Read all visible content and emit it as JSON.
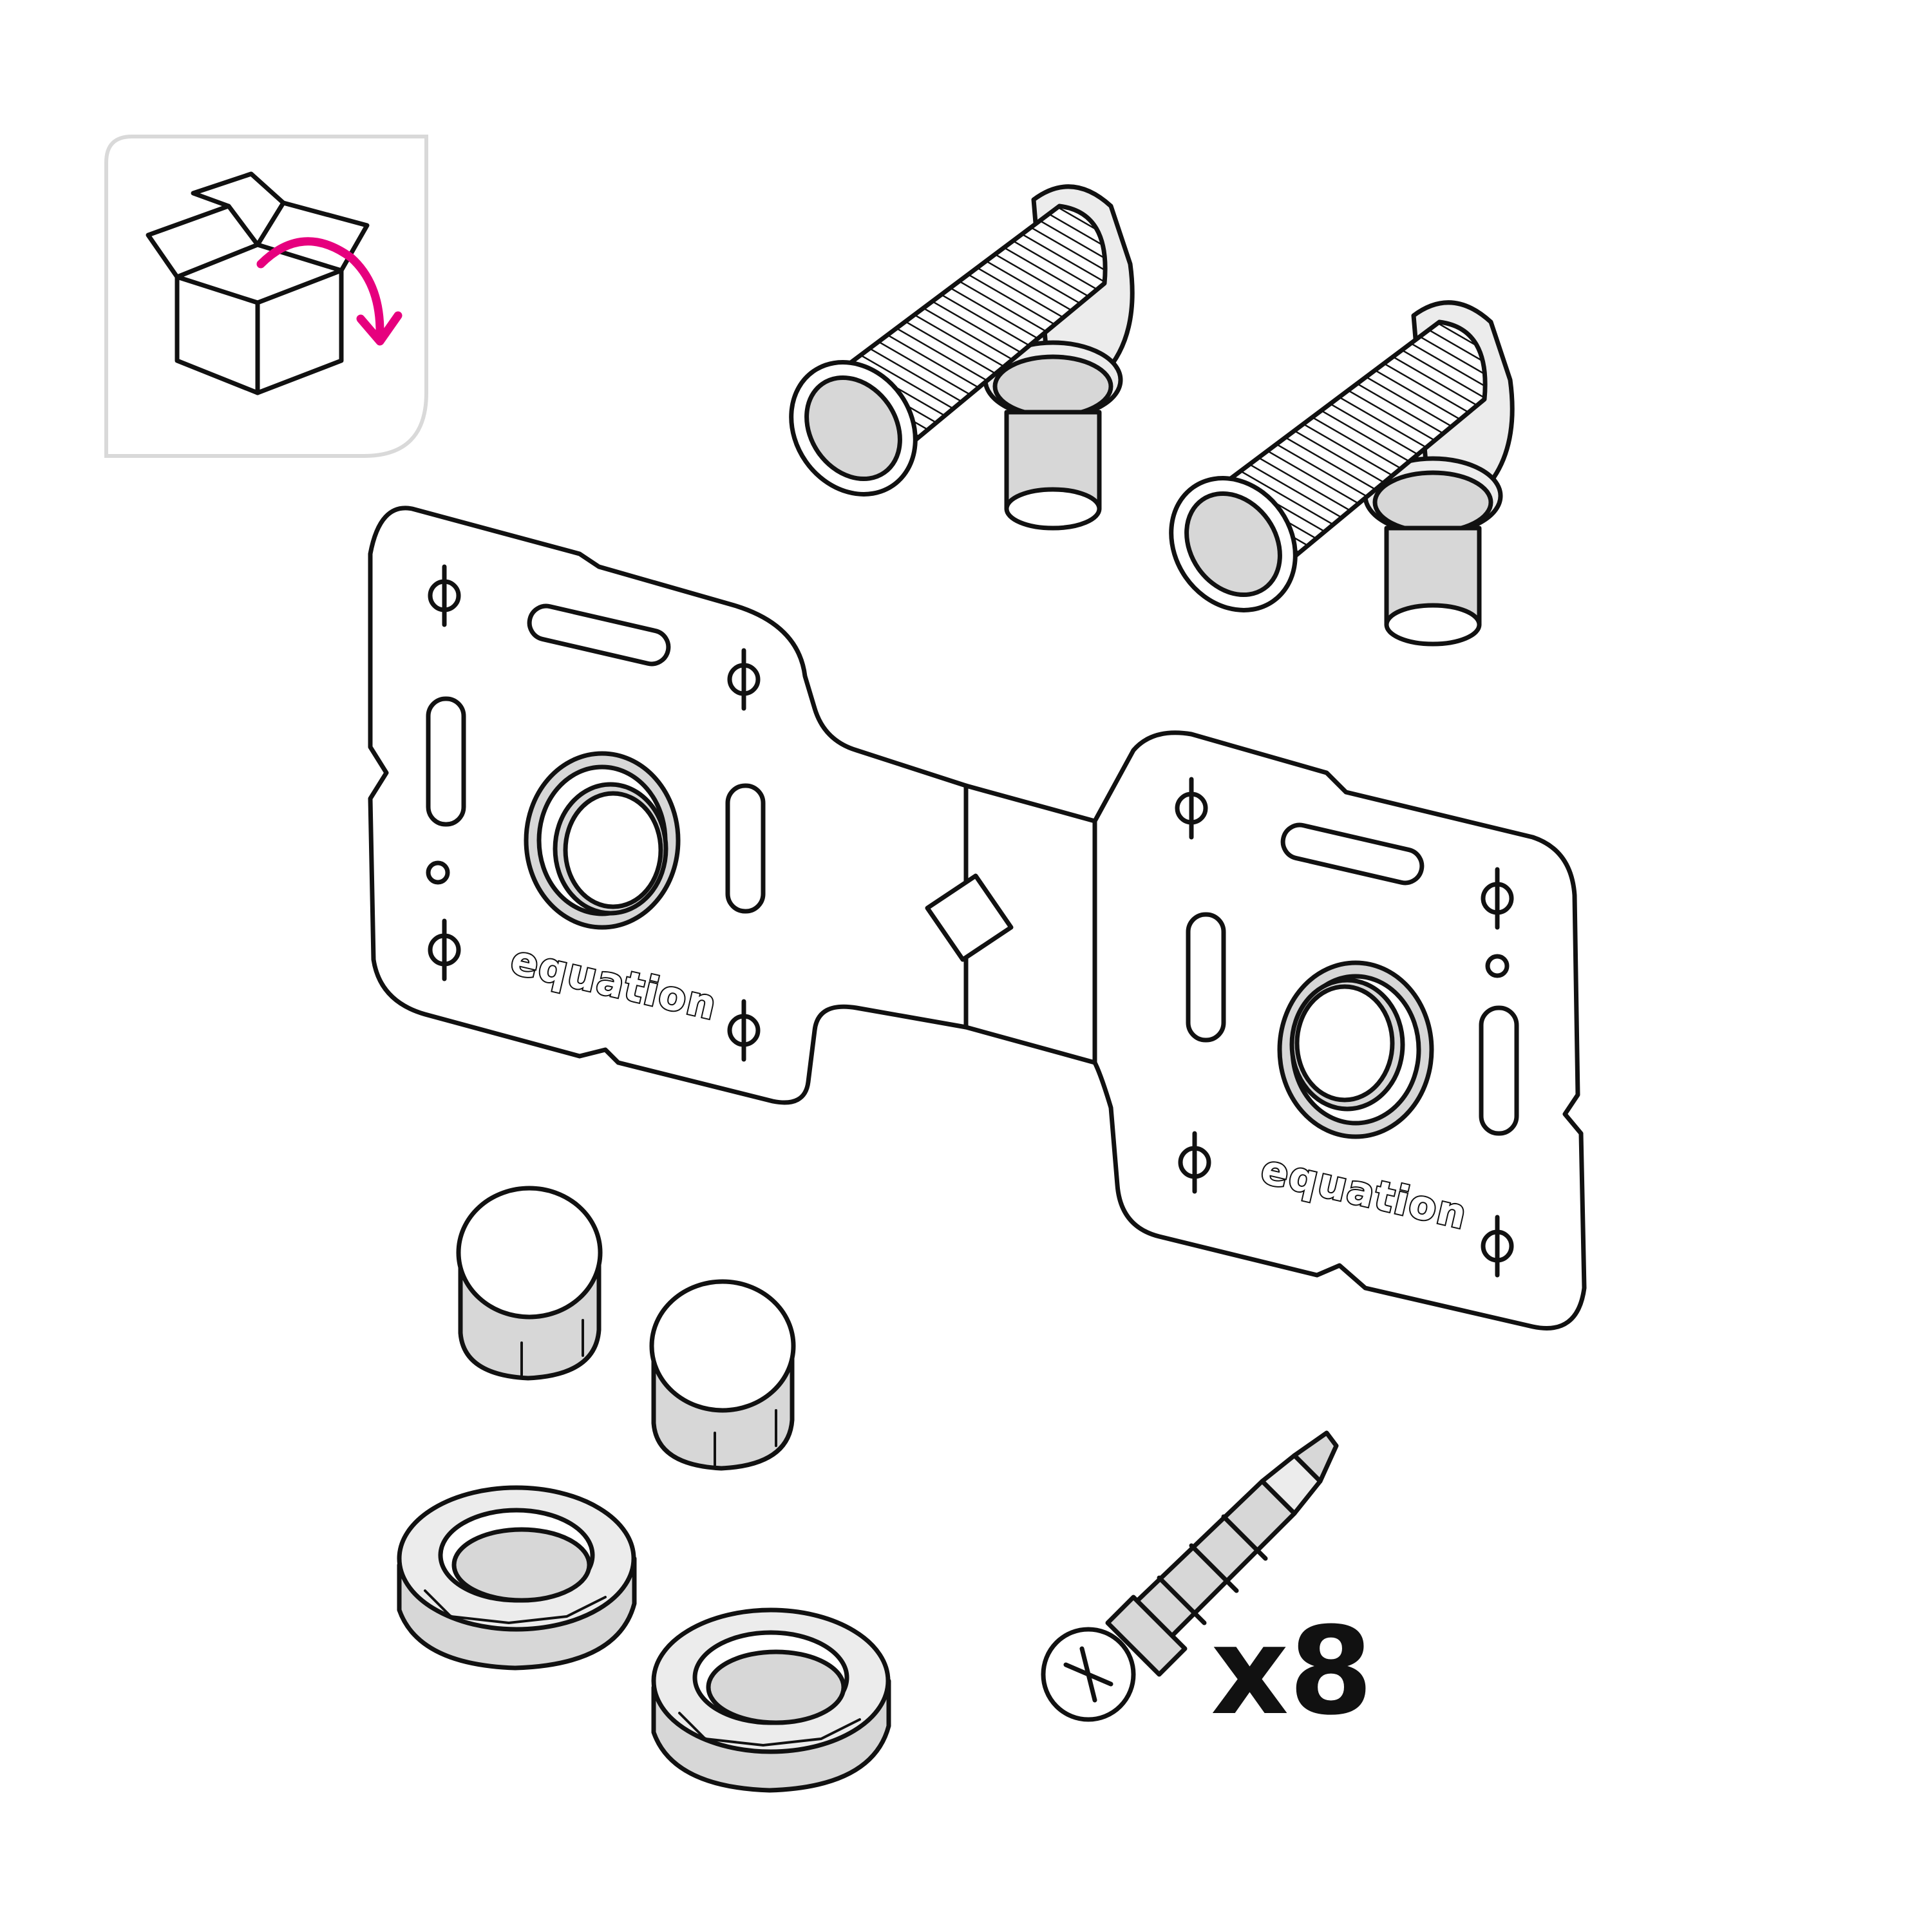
{
  "unbox_icon": {
    "frame_color": "#d9d9d9",
    "arrow_color": "#e6007e",
    "icon": "open-box-icon"
  },
  "mounting_plates": {
    "brand_label": "equation",
    "count": 2
  },
  "quantity_label": "x8",
  "colors": {
    "outline": "#111111",
    "part_fill": "#d7d7d7",
    "paper": "#ffffff"
  }
}
